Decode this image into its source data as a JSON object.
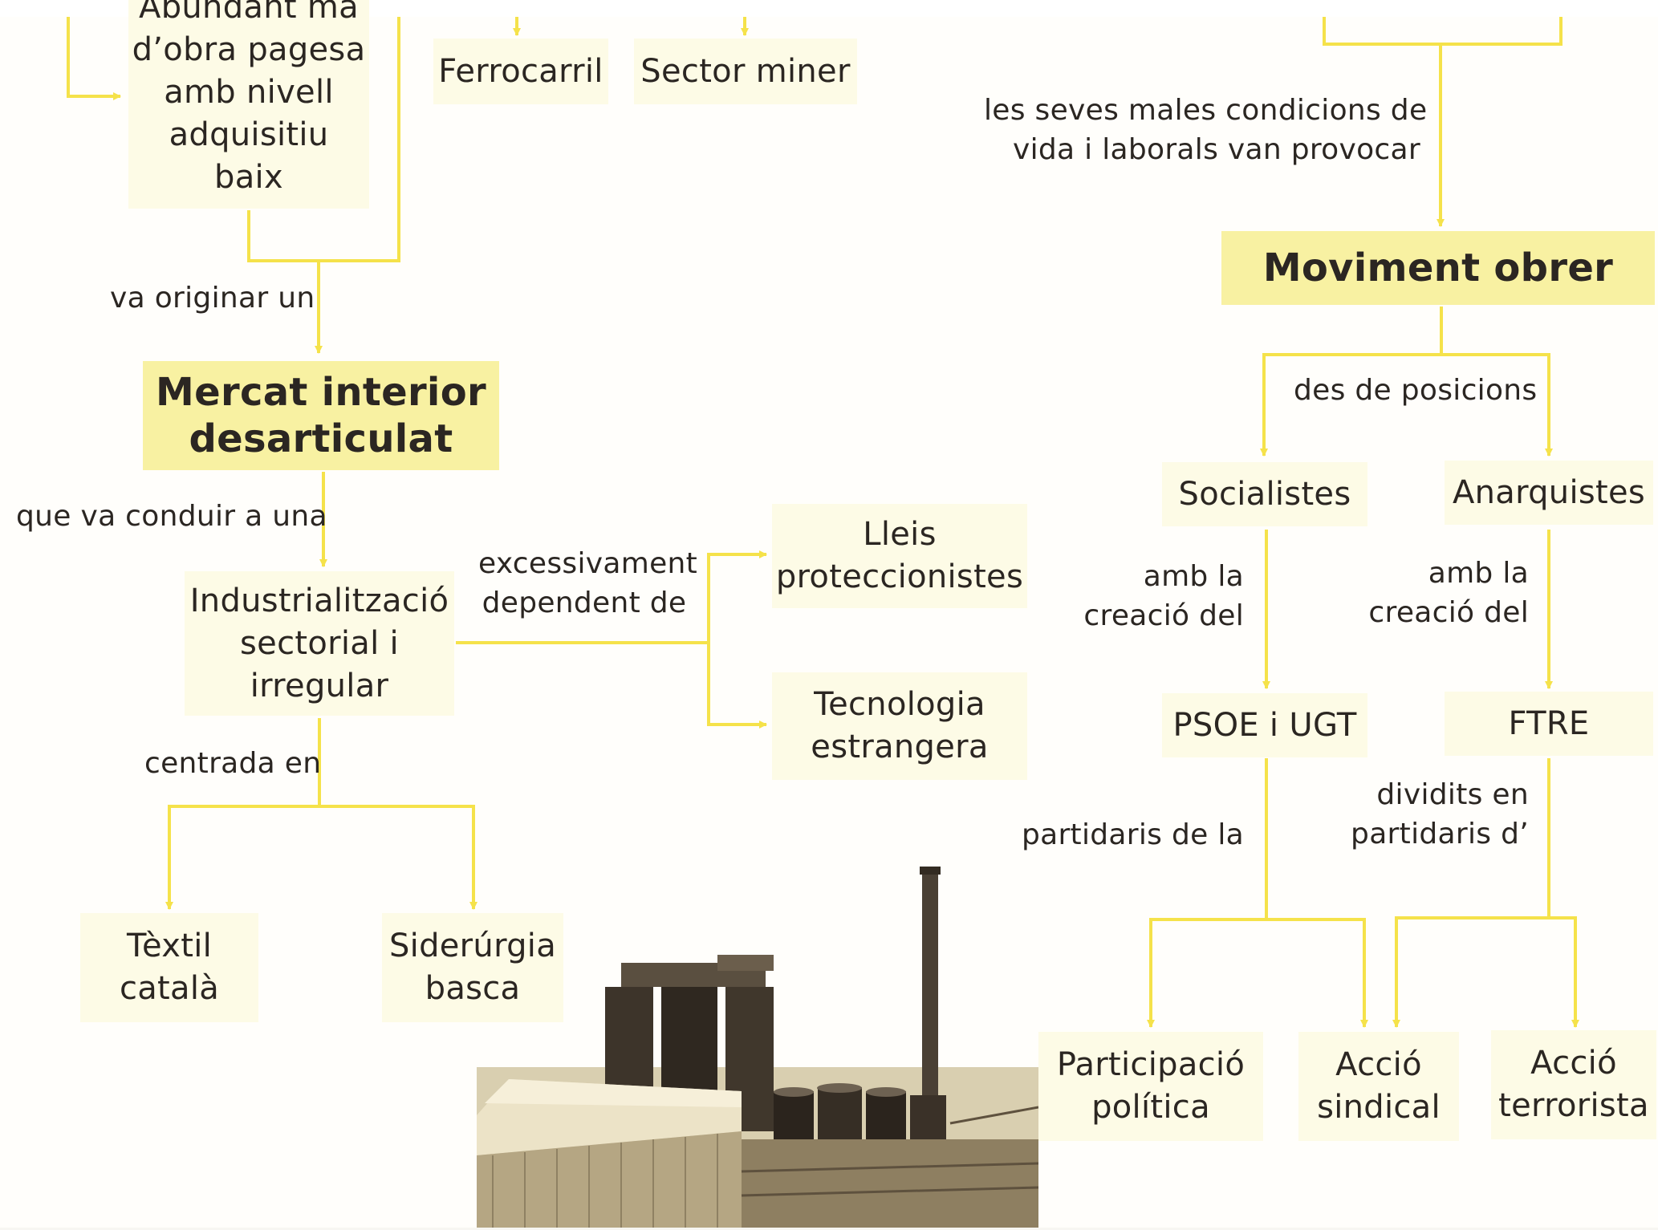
{
  "diagram": {
    "boxes": {
      "ma_obra": [
        "Abundant mà",
        "d’obra pagesa",
        "amb nivell",
        "adquisitiu",
        "baix"
      ],
      "ferrocarril": [
        "Ferrocarril"
      ],
      "sector_miner": [
        "Sector miner"
      ],
      "mercat": [
        "Mercat interior",
        "desarticulat"
      ],
      "industrialitzacio": [
        "Industrialització",
        "sectorial i",
        "irregular"
      ],
      "lleis": [
        "Lleis",
        "proteccionistes"
      ],
      "tecnologia": [
        "Tecnologia",
        "estrangera"
      ],
      "textil": [
        "Tèxtil",
        "català"
      ],
      "siderurgia": [
        "Siderúrgia",
        "basca"
      ],
      "moviment": [
        "Moviment obrer"
      ],
      "socialistes": [
        "Socialistes"
      ],
      "anarquistes": [
        "Anarquistes"
      ],
      "psoe": [
        "PSOE i UGT"
      ],
      "ftre": [
        "FTRE"
      ],
      "participacio": [
        "Participació",
        "política"
      ],
      "accio_sindical": [
        "Acció",
        "sindical"
      ],
      "accio_terrorista": [
        "Acció",
        "terrorista"
      ]
    },
    "labels": {
      "va_originar": [
        "va originar un"
      ],
      "que_va_conduir": [
        "que va conduir a una"
      ],
      "excessivament": [
        "excessivament",
        "dependent de"
      ],
      "centrada": [
        "centrada en"
      ],
      "males_condicions": [
        "les seves males condicions de",
        "vida i laborals van provocar"
      ],
      "des_de": [
        "des de posicions"
      ],
      "amb_la_1": [
        "amb la",
        "creació del"
      ],
      "amb_la_2": [
        "amb la",
        "creació del"
      ],
      "partidaris_la": [
        "partidaris de la"
      ],
      "dividits": [
        "dividits en",
        "partidaris d’"
      ]
    }
  },
  "colors": {
    "arrow": "#f5e24a",
    "box_fill": "#fdfbe6",
    "highlight_fill": "#f8f1a2",
    "text": "#2b2622"
  },
  "photo": {
    "icon": "steelworks-photo"
  }
}
